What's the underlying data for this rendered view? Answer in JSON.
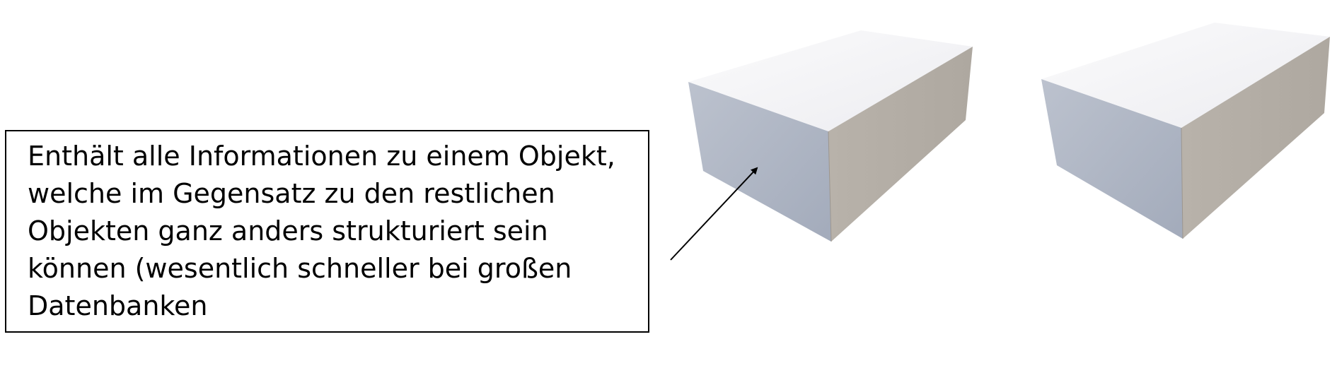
{
  "callout": {
    "lines": [
      "Enthält alle Informationen zu einem Objekt,",
      "welche im Gegensatz zu den restlichen",
      "Objekten ganz anders strukturiert sein",
      "können (wesentlich schneller bei großen",
      "Datenbanken"
    ]
  },
  "colors": {
    "border": "#000000",
    "text": "#000000",
    "block_top": "#f4f4f6",
    "block_front": "#aab2c2",
    "block_side": "#b2aca4"
  },
  "objects": [
    {
      "kind": "box",
      "name": "block-left"
    },
    {
      "kind": "box",
      "name": "block-right"
    }
  ]
}
